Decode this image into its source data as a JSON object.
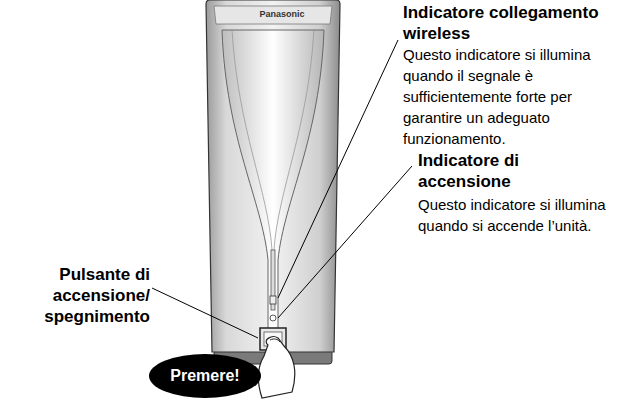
{
  "diagram": {
    "nodes": [
      {
        "text": [
          "Premere!"
        ]
      }
    ],
    "labels": [
      "Panasonic",
      "Indicatore collegamento wireless",
      "Questo indicatore si illumina quando il segnale è sufficientemente forte per garantire un adeguato funzionamento.",
      "Indicatore di accensione",
      "Questo indicatore si illumina quando si accende l’unità.",
      "Pulsante di accensione/ spegnimento"
    ]
  }
}
